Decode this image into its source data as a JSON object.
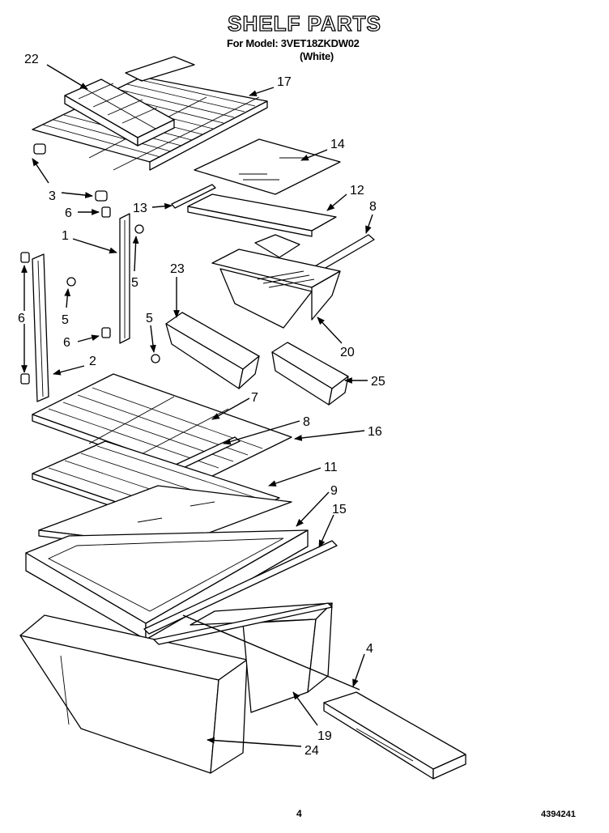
{
  "title": "SHELF PARTS",
  "model_line": "For Model: 3VET18ZKDW02",
  "color_line": "(White)",
  "page_number": "4",
  "document_number": "4394241",
  "callouts": {
    "p1": "1",
    "p2": "2",
    "p3": "3",
    "p4": "4",
    "p5a": "5",
    "p5b": "5",
    "p5c": "5",
    "p6a": "6",
    "p6b": "6",
    "p6c": "6",
    "p7": "7",
    "p8a": "8",
    "p8b": "8",
    "p9": "9",
    "p11": "11",
    "p12": "12",
    "p13": "13",
    "p14": "14",
    "p15": "15",
    "p16": "16",
    "p17": "17",
    "p19": "19",
    "p20": "20",
    "p22": "22",
    "p23": "23",
    "p24": "24",
    "p25": "25"
  }
}
